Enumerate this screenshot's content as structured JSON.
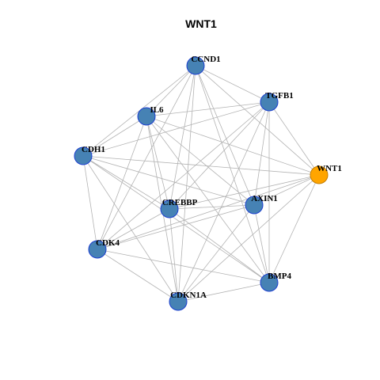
{
  "title": "WNT1",
  "colors": {
    "default_node": "#4682b4",
    "highlight_node": "#ffa500",
    "node_border": "#1c3fd0",
    "highlight_border": "#c47d00",
    "edge": "#b3b3b3"
  },
  "nodes": [
    {
      "id": "CCND1",
      "label": "CCND1",
      "highlight": false
    },
    {
      "id": "TGFB1",
      "label": "TGFB1",
      "highlight": false
    },
    {
      "id": "IL6",
      "label": "IL6",
      "highlight": false
    },
    {
      "id": "CDH1",
      "label": "CDH1",
      "highlight": false
    },
    {
      "id": "WNT1",
      "label": "WNT1",
      "highlight": true
    },
    {
      "id": "CREBBP",
      "label": "CREBBP",
      "highlight": false
    },
    {
      "id": "AXIN1",
      "label": "AXIN1",
      "highlight": false
    },
    {
      "id": "CDK4",
      "label": "CDK4",
      "highlight": false
    },
    {
      "id": "BMP4",
      "label": "BMP4",
      "highlight": false
    },
    {
      "id": "CDKN1A",
      "label": "CDKN1A",
      "highlight": false
    }
  ],
  "edges": [
    [
      "CCND1",
      "TGFB1"
    ],
    [
      "CCND1",
      "IL6"
    ],
    [
      "CCND1",
      "CDH1"
    ],
    [
      "CCND1",
      "WNT1"
    ],
    [
      "CCND1",
      "CREBBP"
    ],
    [
      "CCND1",
      "AXIN1"
    ],
    [
      "CCND1",
      "CDK4"
    ],
    [
      "CCND1",
      "BMP4"
    ],
    [
      "CCND1",
      "CDKN1A"
    ],
    [
      "TGFB1",
      "IL6"
    ],
    [
      "TGFB1",
      "CDH1"
    ],
    [
      "TGFB1",
      "WNT1"
    ],
    [
      "TGFB1",
      "CREBBP"
    ],
    [
      "TGFB1",
      "AXIN1"
    ],
    [
      "TGFB1",
      "CDK4"
    ],
    [
      "TGFB1",
      "BMP4"
    ],
    [
      "TGFB1",
      "CDKN1A"
    ],
    [
      "IL6",
      "CDH1"
    ],
    [
      "IL6",
      "WNT1"
    ],
    [
      "IL6",
      "CREBBP"
    ],
    [
      "IL6",
      "AXIN1"
    ],
    [
      "IL6",
      "CDK4"
    ],
    [
      "IL6",
      "BMP4"
    ],
    [
      "IL6",
      "CDKN1A"
    ],
    [
      "CDH1",
      "WNT1"
    ],
    [
      "CDH1",
      "CREBBP"
    ],
    [
      "CDH1",
      "AXIN1"
    ],
    [
      "CDH1",
      "CDK4"
    ],
    [
      "CDH1",
      "BMP4"
    ],
    [
      "CDH1",
      "CDKN1A"
    ],
    [
      "WNT1",
      "CREBBP"
    ],
    [
      "WNT1",
      "AXIN1"
    ],
    [
      "WNT1",
      "CDK4"
    ],
    [
      "WNT1",
      "BMP4"
    ],
    [
      "WNT1",
      "CDKN1A"
    ],
    [
      "CREBBP",
      "AXIN1"
    ],
    [
      "CREBBP",
      "CDK4"
    ],
    [
      "CREBBP",
      "BMP4"
    ],
    [
      "CREBBP",
      "CDKN1A"
    ],
    [
      "AXIN1",
      "CDK4"
    ],
    [
      "AXIN1",
      "BMP4"
    ],
    [
      "AXIN1",
      "CDKN1A"
    ],
    [
      "CDK4",
      "BMP4"
    ],
    [
      "CDK4",
      "CDKN1A"
    ],
    [
      "BMP4",
      "CDKN1A"
    ]
  ]
}
